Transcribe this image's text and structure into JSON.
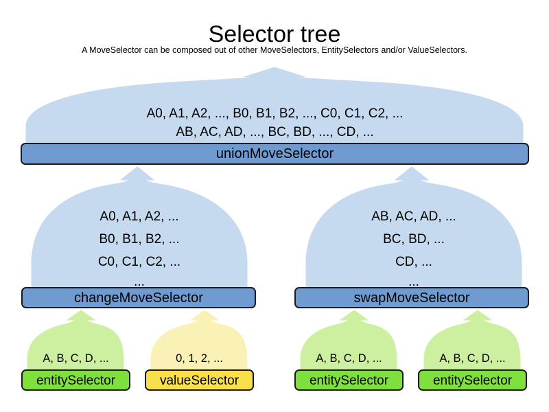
{
  "header": {
    "title": "Selector tree",
    "subtitle": "A MoveSelector can be composed out of other MoveSelectors, EntitySelectors and/or ValueSelectors."
  },
  "colors": {
    "move_fan_fill": "#c5d9ef",
    "move_bar_fill": "#6f9bd1",
    "entity_fan_fill": "#ccf0a0",
    "entity_bar_fill": "#7ee03c",
    "value_fan_fill": "#faf1b4",
    "value_bar_fill": "#fbe martin",
    "value_bar": "#f9e04a",
    "border": "#1a1a1a",
    "fan_stroke": "#c5d9ef",
    "background": "#ffffff"
  },
  "tree": {
    "root": {
      "label": "unionMoveSelector",
      "lines": [
        "A0, A1, A2, ..., B0, B1, B2, ..., C0, C1, C2, ...",
        "AB, AC, AD, ..., BC, BD, ..., CD, ..."
      ],
      "kind": "move-selector"
    },
    "middle": [
      {
        "label": "changeMoveSelector",
        "lines": [
          "A0, A1, A2, ...",
          "B0, B1, B2, ...",
          "C0, C1, C2, ...",
          "..."
        ],
        "kind": "move-selector"
      },
      {
        "label": "swapMoveSelector",
        "lines": [
          "AB, AC, AD, ...",
          "BC, BD, ...",
          "CD, ...",
          "..."
        ],
        "kind": "move-selector"
      }
    ],
    "leaves": [
      {
        "label": "entitySelector",
        "lines": [
          "A, B, C, D, ..."
        ],
        "kind": "entity-selector"
      },
      {
        "label": "valueSelector",
        "lines": [
          "0, 1, 2, ..."
        ],
        "kind": "value-selector"
      },
      {
        "label": "entitySelector",
        "lines": [
          "A, B, C, D, ..."
        ],
        "kind": "entity-selector"
      },
      {
        "label": "entitySelector",
        "lines": [
          "A, B, C, D, ..."
        ],
        "kind": "entity-selector"
      }
    ]
  }
}
